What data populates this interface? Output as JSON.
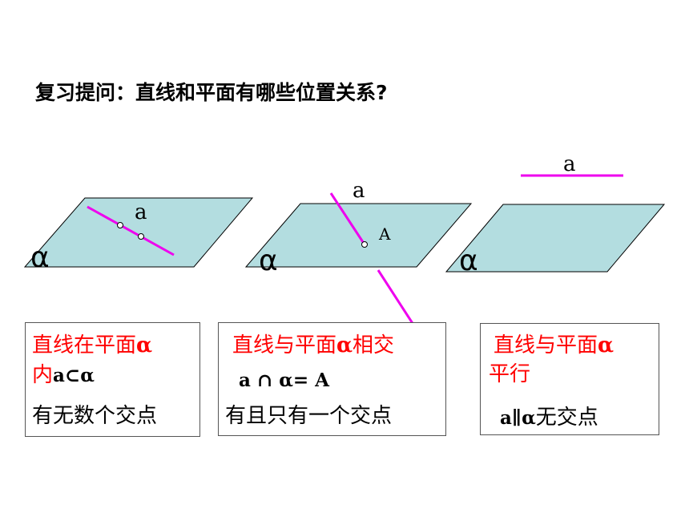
{
  "title": "复习提问：直线和平面有哪些位置关系?",
  "colors": {
    "plane_fill": "#b3dde0",
    "plane_stroke": "#000000",
    "line_color": "#ee00ee",
    "highlight_text": "#ff0000"
  },
  "figures": [
    {
      "plane_label": "α",
      "line_label": "a"
    },
    {
      "plane_label": "α",
      "line_label": "a",
      "point_label": "A"
    },
    {
      "plane_label": "α",
      "line_label": "a"
    }
  ],
  "boxes": [
    {
      "heading_part1": "直线在平面",
      "heading_alpha": "α",
      "heading_part2": "内",
      "relation": "a⊂α",
      "description": "有无数个交点"
    },
    {
      "heading_part1": "直线与平面",
      "heading_alpha": "α",
      "heading_part2": "相交",
      "relation": "a ∩ α= A",
      "description": "有且只有一个交点"
    },
    {
      "heading_part1": "直线与平面",
      "heading_alpha": "α",
      "heading_part2": "平行",
      "relation": "a∥α",
      "description": "无交点"
    }
  ]
}
